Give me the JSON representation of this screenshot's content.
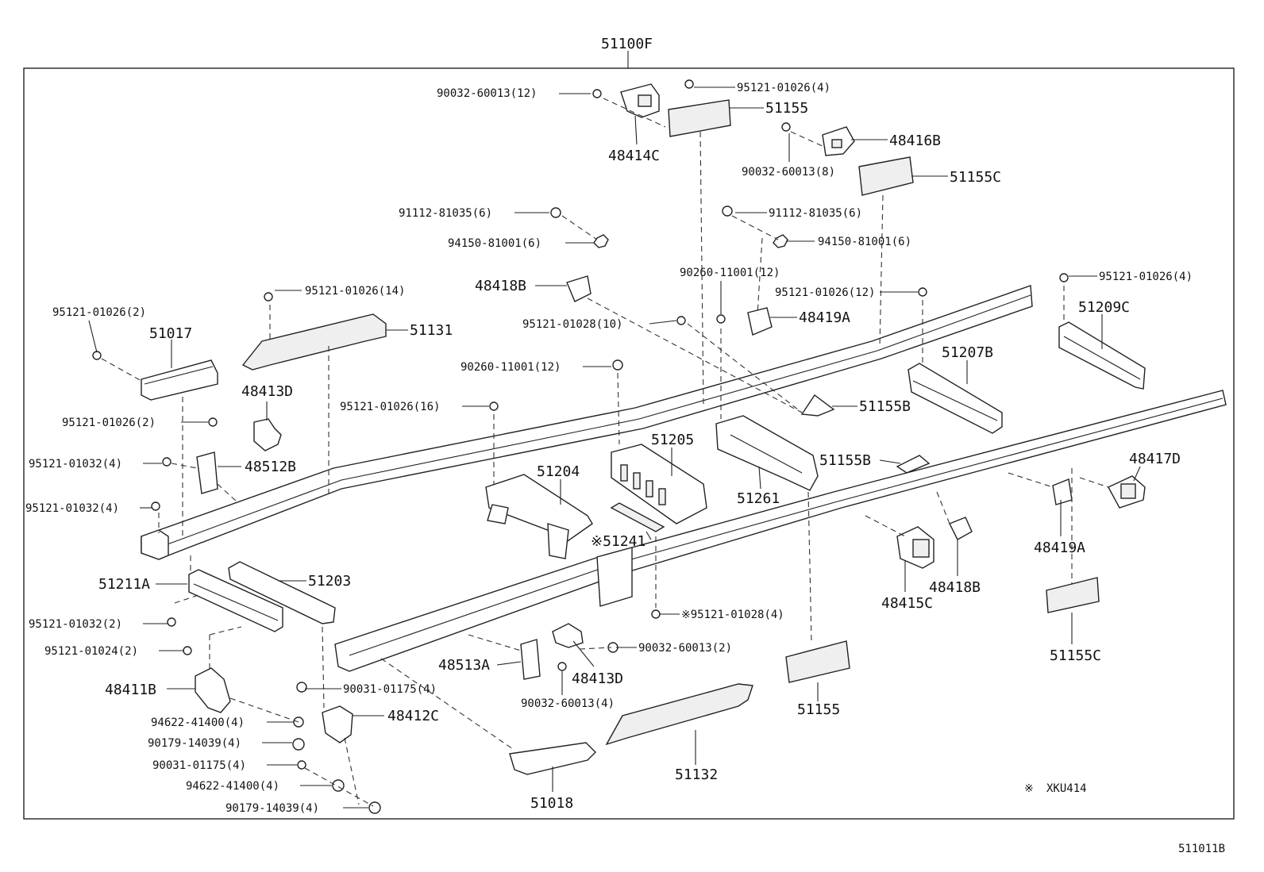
{
  "title": "51100F",
  "diagram_id": "511011B",
  "note": {
    "symbol": "※",
    "text": "XKU414"
  },
  "labels": {
    "l_90032_60013_12": "90032-60013(12)",
    "l_95121_01026_4a": "95121-01026(4)",
    "l_51155_top": "51155",
    "l_48414c": "48414C",
    "l_48416b": "48416B",
    "l_90032_60013_8": "90032-60013(8)",
    "l_51155c_top": "51155C",
    "l_91112_81035_6a": "91112-81035(6)",
    "l_91112_81035_6b": "91112-81035(6)",
    "l_94150_81001_6a": "94150-81001(6)",
    "l_94150_81001_6b": "94150-81001(6)",
    "l_48418b_top": "48418B",
    "l_90260_11001_12a": "90260-11001(12)",
    "l_95121_01026_12": "95121-01026(12)",
    "l_95121_01026_4b": "95121-01026(4)",
    "l_95121_01026_14": "95121-01026(14)",
    "l_95121_01026_2a": "95121-01026(2)",
    "l_51017": "51017",
    "l_51131": "51131",
    "l_95121_01028_10": "95121-01028(10)",
    "l_48419a_top": "48419A",
    "l_51209c": "51209C",
    "l_51207b": "51207B",
    "l_90260_11001_12b": "90260-11001(12)",
    "l_95121_01026_2b": "95121-01026(2)",
    "l_48413d_top": "48413D",
    "l_95121_01026_16": "95121-01026(16)",
    "l_51155b_a": "51155B",
    "l_51205": "51205",
    "l_95121_01032_4a": "95121-01032(4)",
    "l_48512b": "48512B",
    "l_51155b_b": "51155B",
    "l_48417d": "48417D",
    "l_51204": "51204",
    "l_51261": "51261",
    "l_95121_01032_4b": "95121-01032(4)",
    "l_51241": "※51241",
    "l_48419a_bottom": "48419A",
    "l_51211a": "51211A",
    "l_51203": "51203",
    "l_48418b_bottom": "48418B",
    "l_48415c": "48415C",
    "l_95121_01032_2": "95121-01032(2)",
    "l_95121_01028_4": "※95121-01028(4)",
    "l_95121_01024_2": "95121-01024(2)",
    "l_90032_60013_2": "90032-60013(2)",
    "l_51155c_bottom": "51155C",
    "l_48513a": "48513A",
    "l_48413d_bottom": "48413D",
    "l_48411b": "48411B",
    "l_90031_01175_4a": "90031-01175(4)",
    "l_90032_60013_4": "90032-60013(4)",
    "l_51155_bottom": "51155",
    "l_94622_41400_4a": "94622-41400(4)",
    "l_48412c": "48412C",
    "l_90179_14039_4a": "90179-14039(4)",
    "l_90031_01175_4b": "90031-01175(4)",
    "l_51132": "51132",
    "l_94622_41400_4b": "94622-41400(4)",
    "l_90179_14039_4b": "90179-14039(4)",
    "l_51018": "51018"
  }
}
